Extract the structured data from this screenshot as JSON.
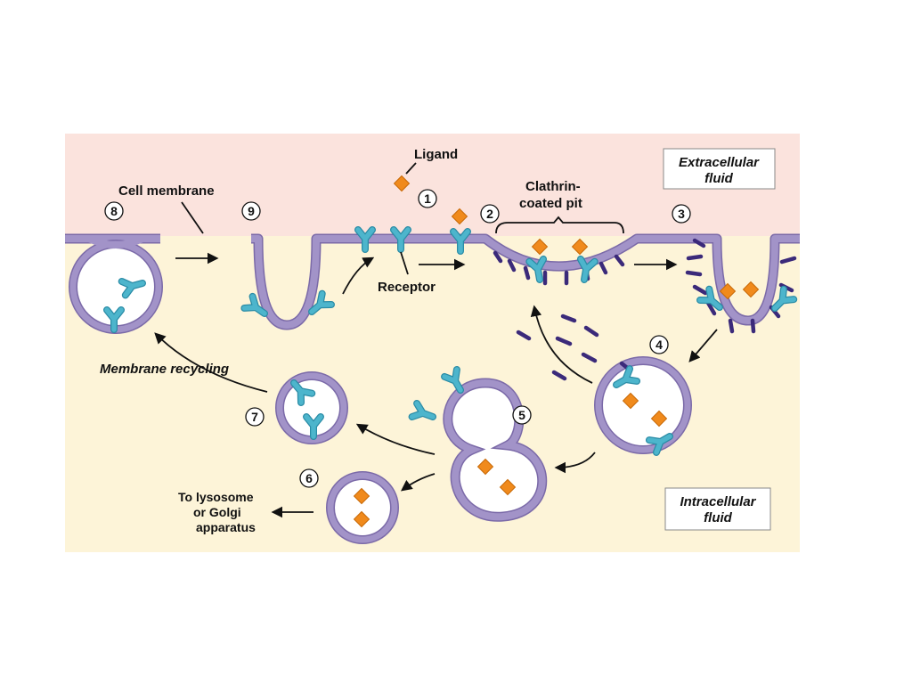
{
  "labels": {
    "ligand": "Ligand",
    "cell_membrane": "Cell membrane",
    "clathrin_line1": "Clathrin-",
    "clathrin_line2": "coated pit",
    "receptor": "Receptor",
    "membrane_recycling": "Membrane recycling",
    "lysosome_line1": "To lysosome",
    "lysosome_line2": "or Golgi",
    "lysosome_line3": "apparatus",
    "extracellular_line1": "Extracellular",
    "extracellular_line2": "fluid",
    "intracellular_line1": "Intracellular",
    "intracellular_line2": "fluid"
  },
  "steps": [
    "1",
    "2",
    "3",
    "4",
    "5",
    "6",
    "7",
    "8",
    "9"
  ],
  "colors": {
    "extracellular": "#fbe3dd",
    "intracellular": "#fdf4d8",
    "membrane": "#a293c8",
    "membrane_edge": "#7b6aa8",
    "receptor": "#4db5cc",
    "receptor_edge": "#2b8ca6",
    "ligand": "#f08a1c",
    "ligand_edge": "#c86a08",
    "clathrin": "#3b2a7a"
  }
}
